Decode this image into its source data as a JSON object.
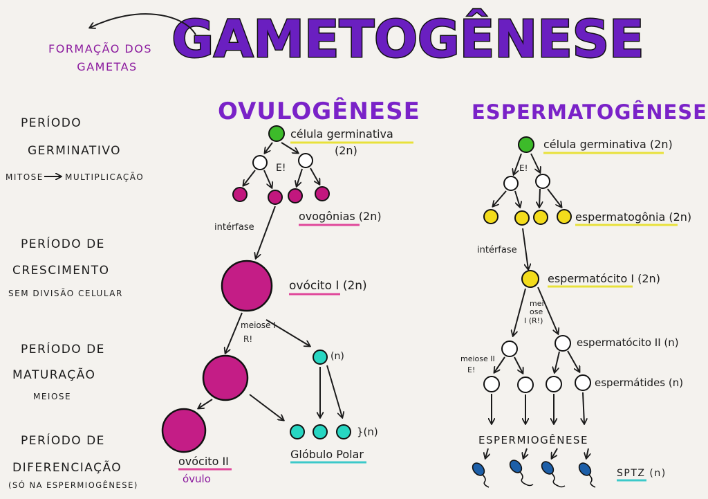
{
  "header": {
    "title": "GAMETOGÊNESE",
    "subtitle_line1": "FORMAÇÃO DOS",
    "subtitle_line2": "GAMETAS"
  },
  "periods": {
    "germinative": {
      "line1": "PERÍODO",
      "line2": "GERMINATIVO",
      "line3_a": "MITOSE",
      "line3_b": "MULTIPLICAÇÃO"
    },
    "growth": {
      "line1": "PERÍODO DE",
      "line2": "CRESCIMENTO",
      "line3": "SEM DIVISÃO CELULAR"
    },
    "maturation": {
      "line1": "PERÍODO DE",
      "line2": "MATURAÇÃO",
      "line3": "MEIOSE"
    },
    "differentiation": {
      "line1": "PERÍODO DE",
      "line2": "DIFERENCIAÇÃO",
      "line3": "(SÓ NA ESPERMIOGÊNESE)"
    }
  },
  "ovulogenese": {
    "title": "OVULOGÊNESE",
    "germ_cell_line1": "célula germinativa",
    "germ_cell_line2": "(2n)",
    "mitosis_label": "E!",
    "interfase": "intérfase",
    "oogonia": "ovogônias (2n)",
    "oocyte1": "ovócito I (2n)",
    "meiosis1_line1": "meiose I",
    "meiosis1_line2": "R!",
    "polar_haploid": "(n)",
    "polar_group_label": "}(n)",
    "oocyte2": "ovócito II",
    "ovulo": "óvulo",
    "polar_body": "Glóbulo Polar"
  },
  "espermatogenese": {
    "title": "ESPERMATOGÊNESE",
    "germ_cell": "célula germinativa (2n)",
    "mitosis_label": "E!",
    "spermatogonia": "espermatogônia (2n)",
    "interfase": "intérfase",
    "spermatocyte1": "espermatócito I (2n)",
    "meiosis_line1": "mei",
    "meiosis_line2": "ose",
    "meiosis_line3": "I (R!)",
    "meiosis2_line1": "meiose II",
    "meiosis2_line2": "E!",
    "spermatocyte2": "espermatócito II (n)",
    "spermatids": "espermátides (n)",
    "spermiogenesis": "ESPERMIOGÊNESE",
    "sptz": "SPTZ (n)"
  },
  "colors": {
    "title_purple": "#6a1fc0",
    "germ_green": "#3dbb2a",
    "oogonia_magenta": "#c2177e",
    "oocyte_magenta": "#c41d86",
    "polar_teal": "#27d6c2",
    "sperm_yellow": "#f3dc1c",
    "sperm_blue": "#1d5fa8",
    "underline_yellow": "#e8e13a",
    "underline_pink": "#e0479a",
    "underline_teal": "#3cc9c9",
    "label_purple": "#8b1a9e"
  }
}
